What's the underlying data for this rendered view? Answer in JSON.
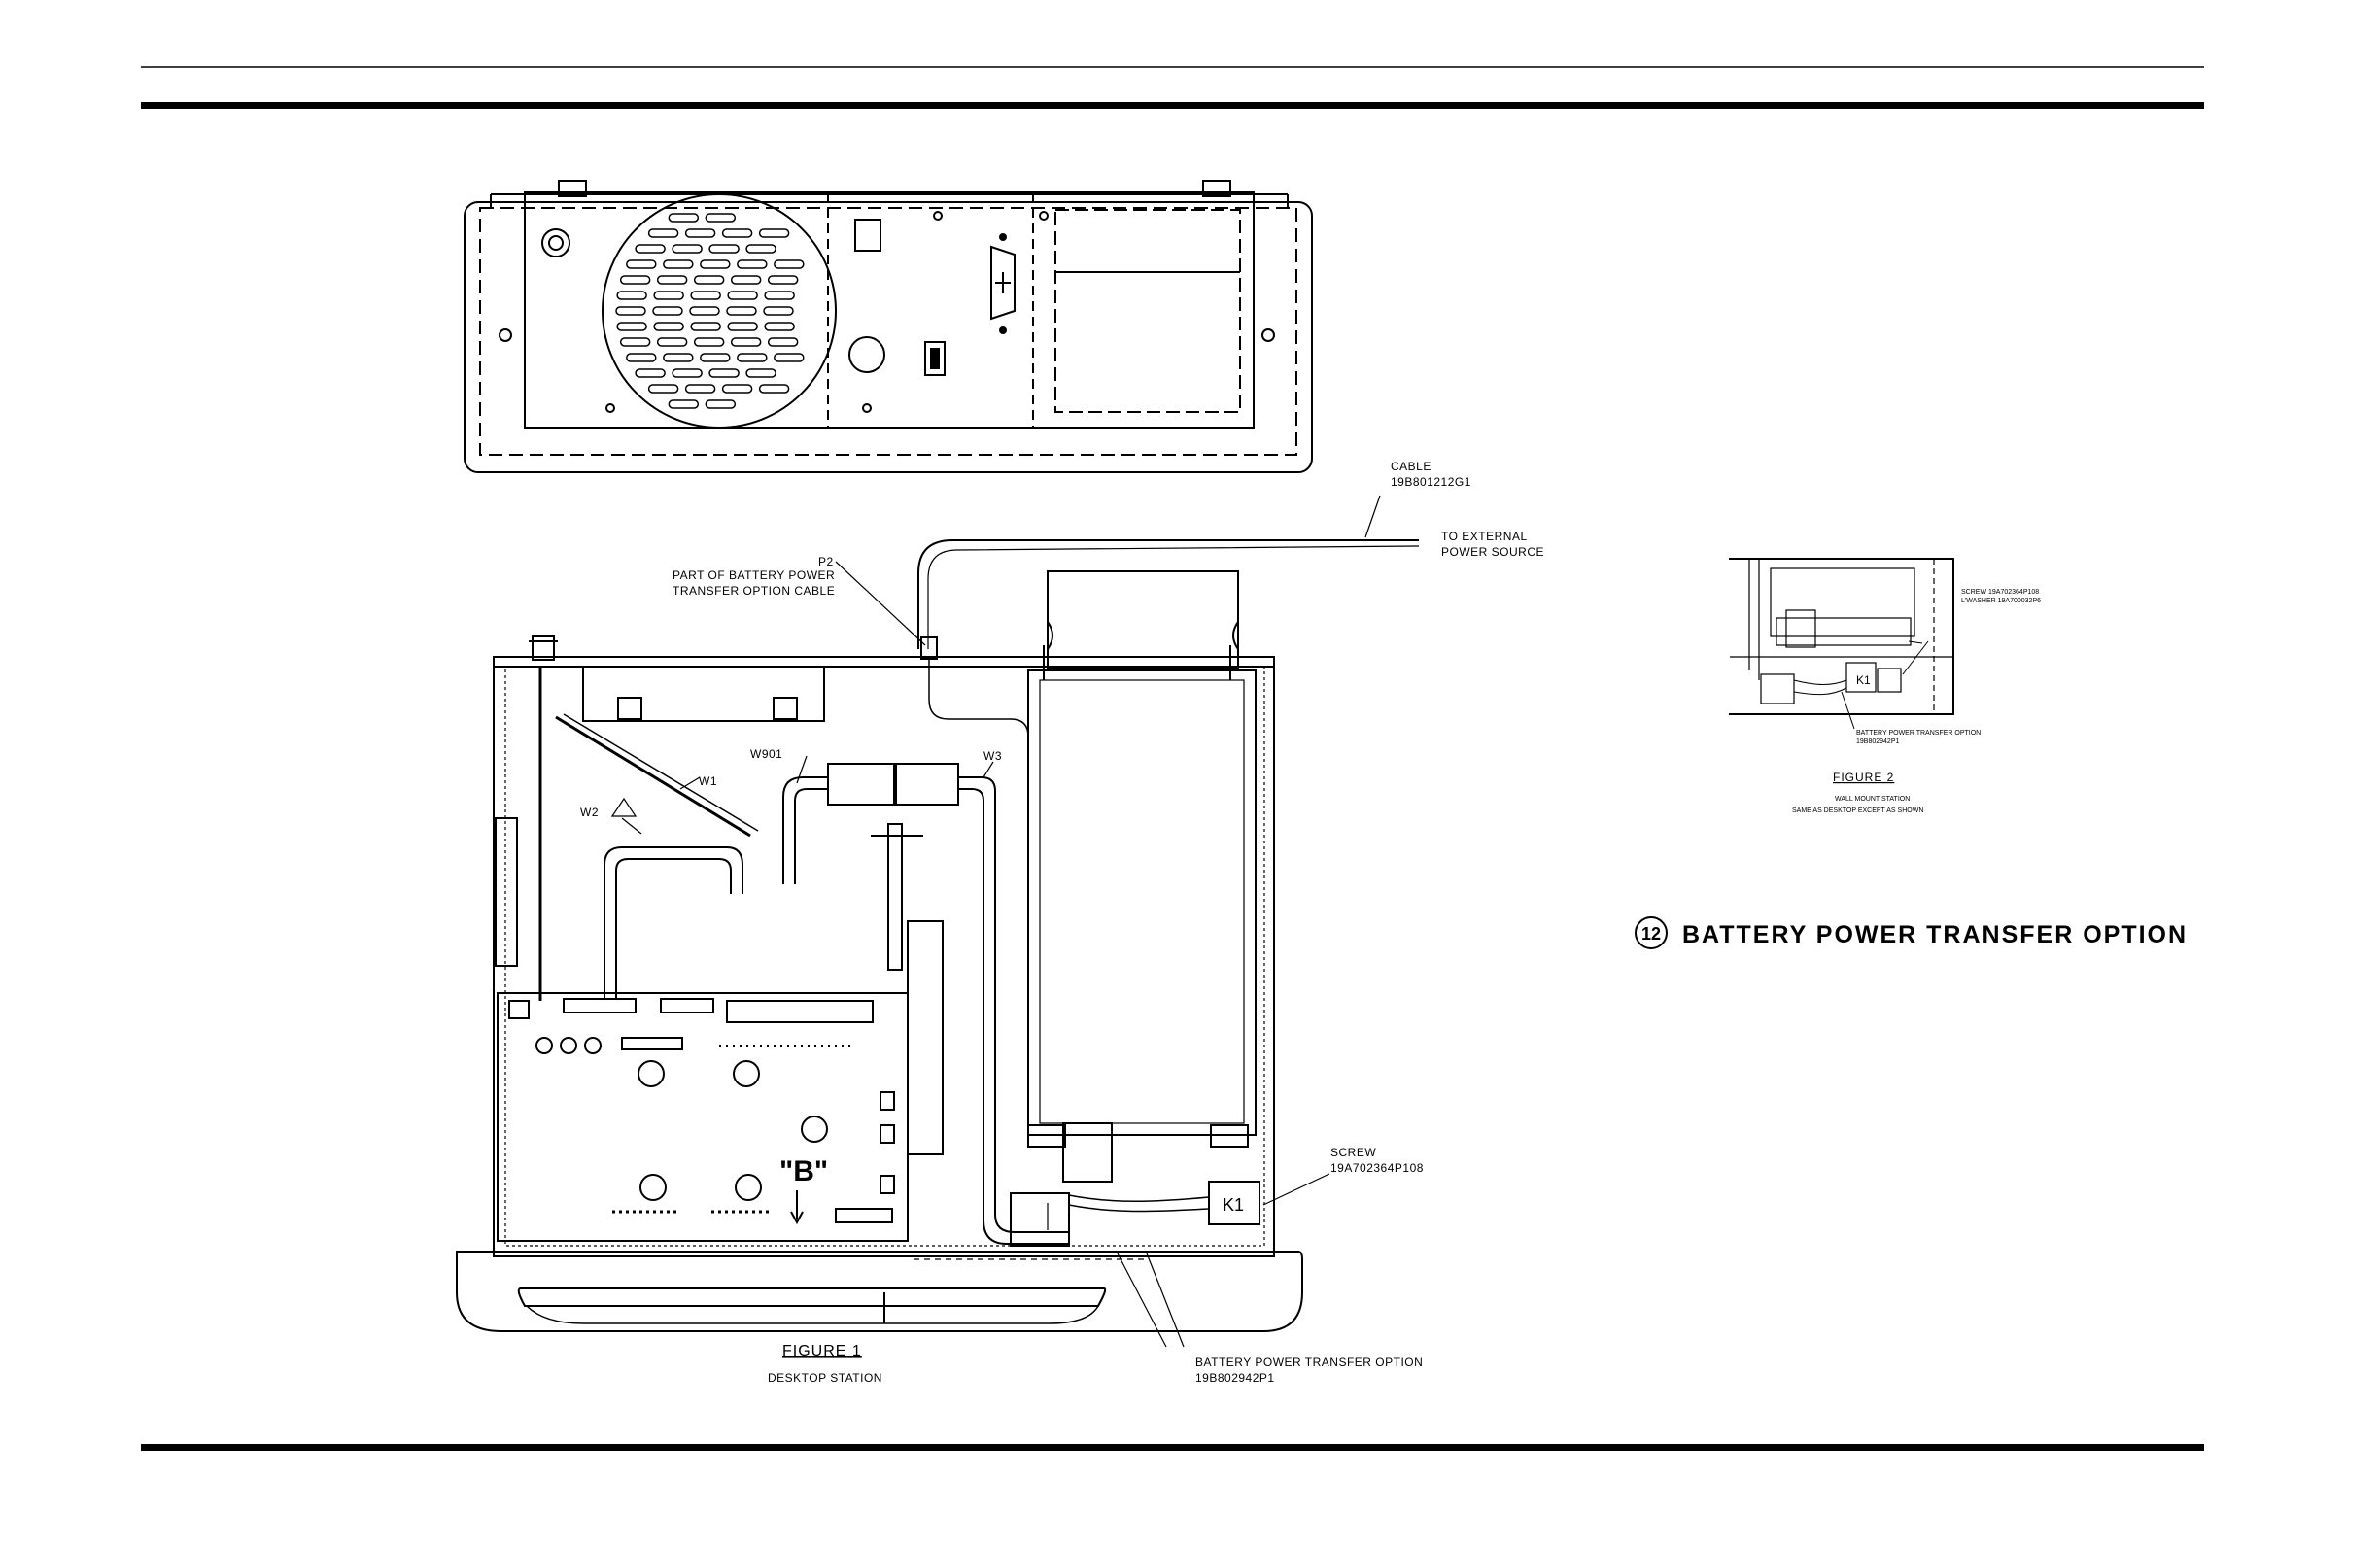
{
  "figure1": {
    "caption": "FIGURE 1",
    "subcaption": "DESKTOP STATION",
    "labels": {
      "cable": "CABLE",
      "cable_part": "19B801212G1",
      "external_1": "TO EXTERNAL",
      "external_2": "POWER SOURCE",
      "p2": "P2",
      "p2_desc_1": "PART OF BATTERY POWER",
      "p2_desc_2": "TRANSFER OPTION CABLE",
      "w1": "W1",
      "w2": "W2",
      "w901": "W901",
      "w3": "W3",
      "b": "\"B\"",
      "screw": "SCREW",
      "screw_part": "19A702364P108",
      "k1": "K1",
      "option": "BATTERY POWER TRANSFER OPTION",
      "option_part": "19B802942P1"
    }
  },
  "figure2": {
    "caption": "FIGURE 2",
    "subcaption_1": "WALL MOUNT STATION",
    "subcaption_2": "SAME AS DESKTOP EXCEPT AS SHOWN",
    "labels": {
      "screw": "SCREW 19A702364P108",
      "washer": "L'WASHER 19A700032P6",
      "k1": "K1",
      "option": "BATTERY POWER TRANSFER OPTION",
      "option_part": "19B802942P1"
    }
  },
  "section": {
    "number": "12",
    "title": "BATTERY POWER TRANSFER OPTION"
  }
}
